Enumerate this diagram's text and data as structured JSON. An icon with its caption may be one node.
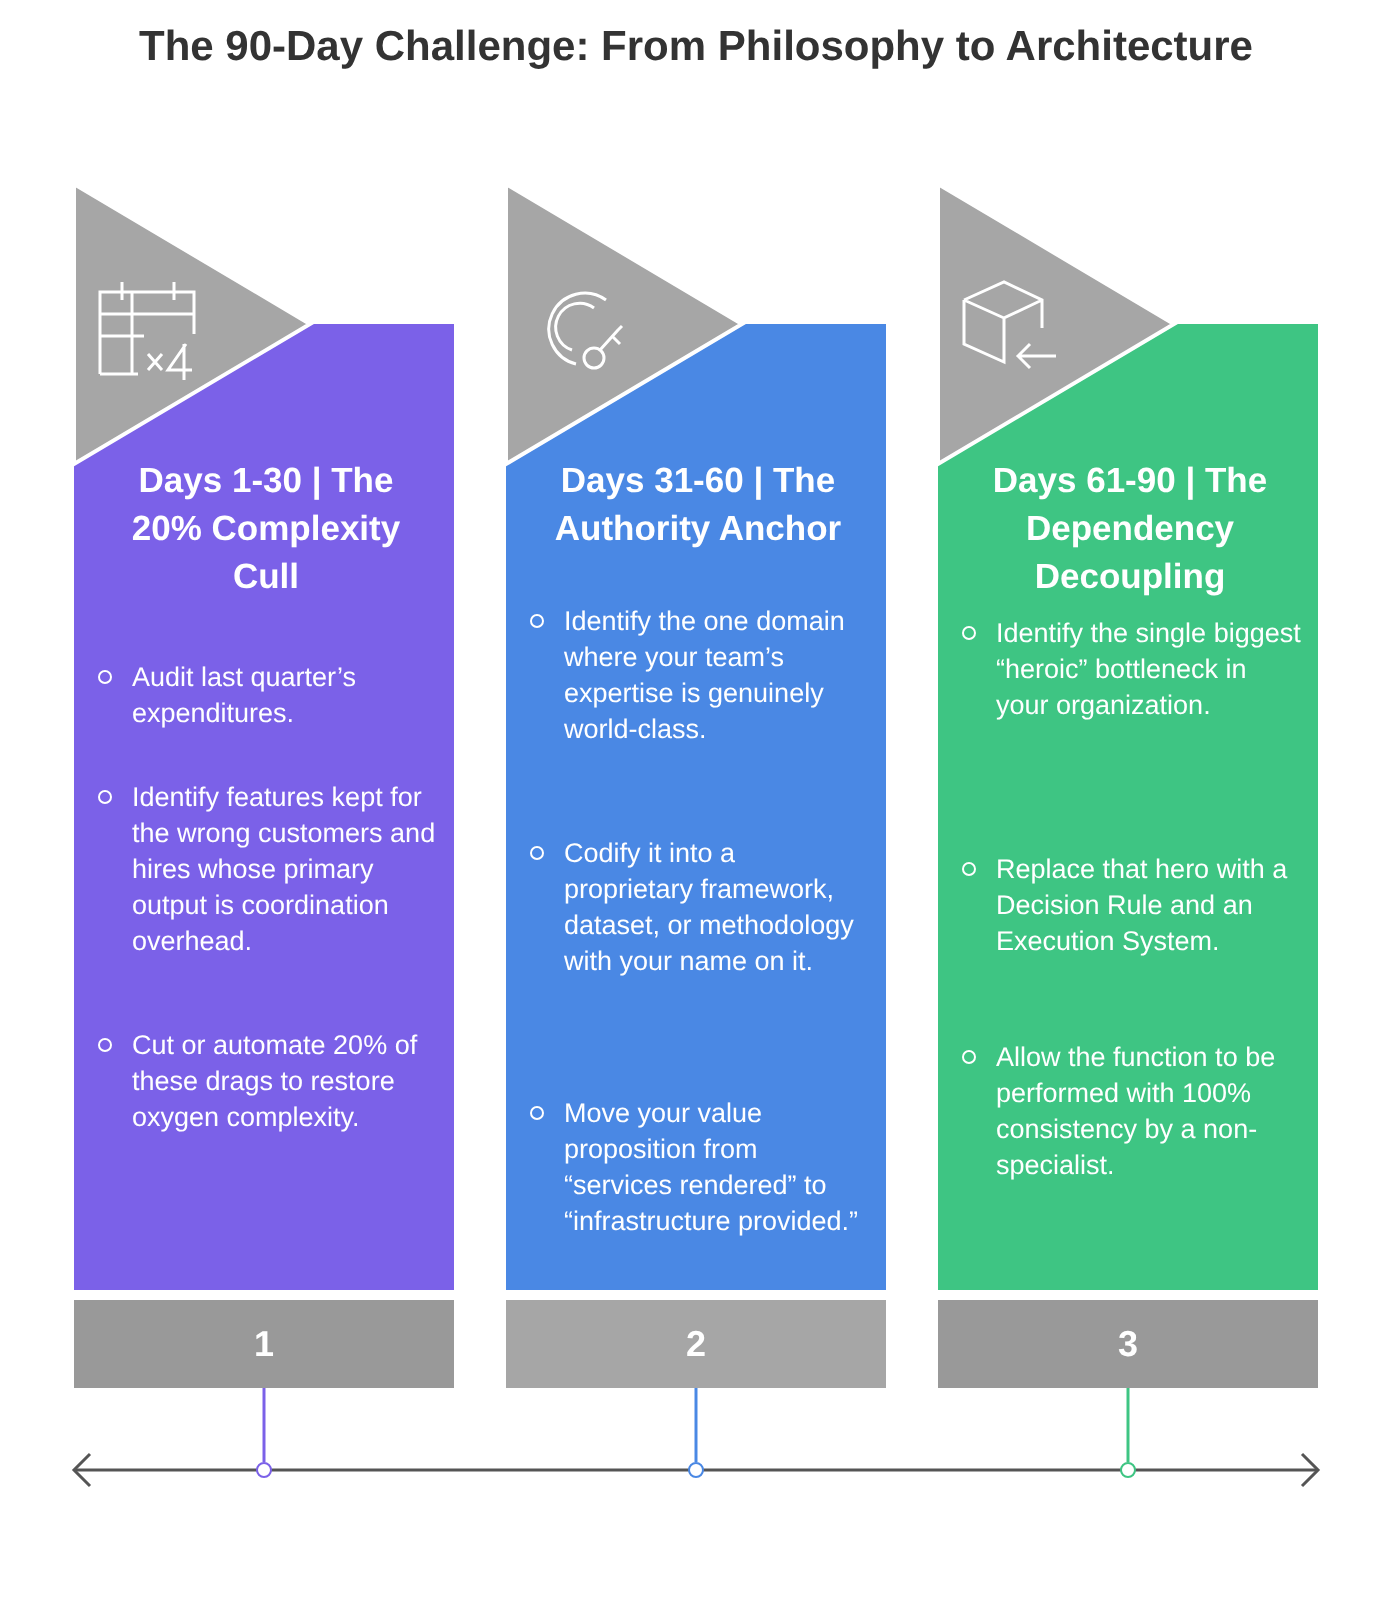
{
  "diagram": {
    "title": "The 90-Day Challenge: From Philosophy to Architecture",
    "nodes": [
      {
        "text": [
          "Days 1-30 | The 20% Complexity Cull",
          "Audit last quarter’s expenditures.",
          "Identify features kept for the wrong customers and hires whose primary output is coordination overhead.",
          "Cut or automate 20% of these drags to restore oxygen complexity."
        ]
      },
      {
        "text": [
          "Days 31-60 | The Authority Anchor",
          "Identify the one domain where your team’s expertise is genuinely world-class.",
          "Codify it into a proprietary framework, dataset, or methodology with your name on it.",
          "Move your value proposition from “services rendered” to “infrastructure provided.”"
        ]
      },
      {
        "text": [
          "Days 61-90 | The Dependency Decoupling",
          "Identify the single biggest “heroic” bottleneck in your organization.",
          "Replace that hero with a Decision Rule and an Execution System.",
          "Allow the function to be performed with 100% consistency by a non-specialist."
        ]
      },
      {
        "text": [
          "1"
        ]
      },
      {
        "text": [
          "2"
        ]
      },
      {
        "text": [
          "3"
        ]
      },
      {
        "text": [],
        "shape": "circle"
      },
      {
        "text": [],
        "shape": "circle"
      },
      {
        "text": [],
        "shape": "circle"
      }
    ],
    "edges": [
      {
        "from": 3,
        "to": 6,
        "arrow": "none",
        "color": "#7b61e8"
      },
      {
        "from": 4,
        "to": 7,
        "arrow": "none",
        "color": "#4a88e4"
      },
      {
        "from": 5,
        "to": 8,
        "arrow": "none",
        "color": "#3ec583"
      }
    ]
  }
}
